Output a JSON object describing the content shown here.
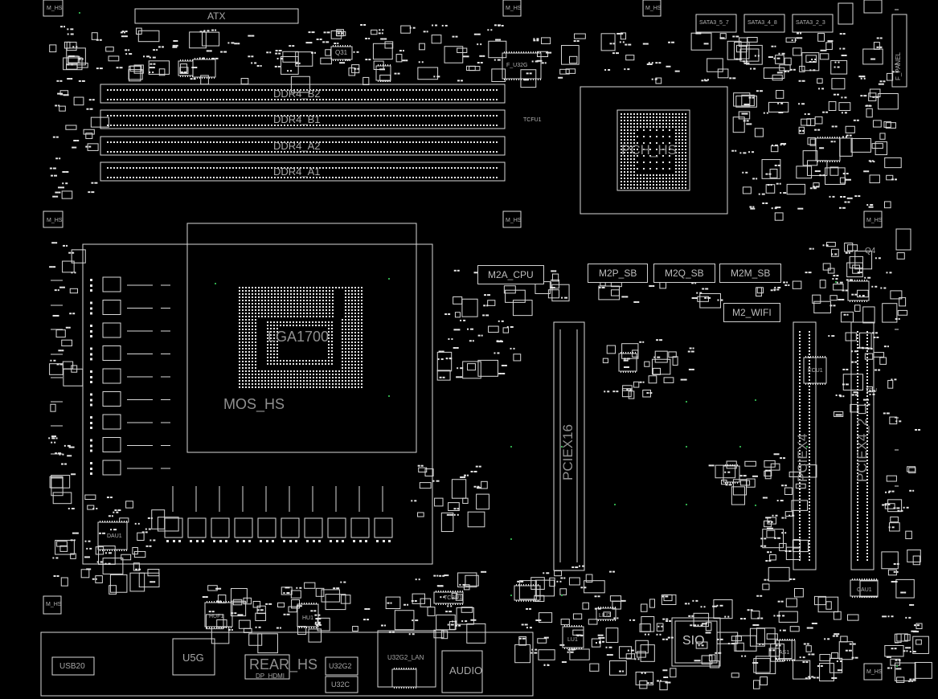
{
  "labels": {
    "atx": "ATX",
    "ddr_b2": "DDR4_B2",
    "ddr_b1": "DDR4_B1",
    "ddr_a2": "DDR4_A2",
    "ddr_a1": "DDR4_A1",
    "pch": "PCH_HS",
    "lga": "LGA1700",
    "mos_hs": "MOS_HS",
    "m2a_cpu": "M2A_CPU",
    "m2p_sb": "M2P_SB",
    "m2q_sb": "M2Q_SB",
    "m2m_sb": "M2M_SB",
    "m2_wifi": "M2_WIFI",
    "pciex16": "PCIEX16",
    "pciex4": "PCIEX4",
    "pciex4_2": "PCIEX4_2",
    "sio": "SIO",
    "rear_hs": "REAR_HS",
    "audio": "AUDIO",
    "usb20": "USB20",
    "u32g2": "U32G2",
    "u32c": "U32C",
    "u32g2_lan": "U32G2_LAN",
    "dp_hdmi": "DP_HDMI",
    "u5g": "U5G",
    "q31": "Q31",
    "q4": "Q4",
    "dau1": "DAU1",
    "huf1": "HUF1",
    "hu1": "HU1",
    "tcbu1": "TCBU1",
    "lu1": "LU1",
    "liu2": "LIU2",
    "as1": "AS1",
    "ecu1": "ECU1",
    "tpu": "TPU",
    "f_u32g": "F_U32G",
    "f_panel": "F_PANEL",
    "sata_1": "SATA3_5_7",
    "sata_2": "SATA3_4_8",
    "sata_3": "SATA3_2_3",
    "cau1": "CAU1",
    "tcfu1": "TCFU1",
    "m_hs": "M_HS"
  },
  "colors": {
    "background": "#000000",
    "outline": "#d8d8d8",
    "pads": "#e6e6e6",
    "accent_dot": "#2fa84a"
  },
  "icons": {
    "board": "pcb-outline-diagram"
  }
}
